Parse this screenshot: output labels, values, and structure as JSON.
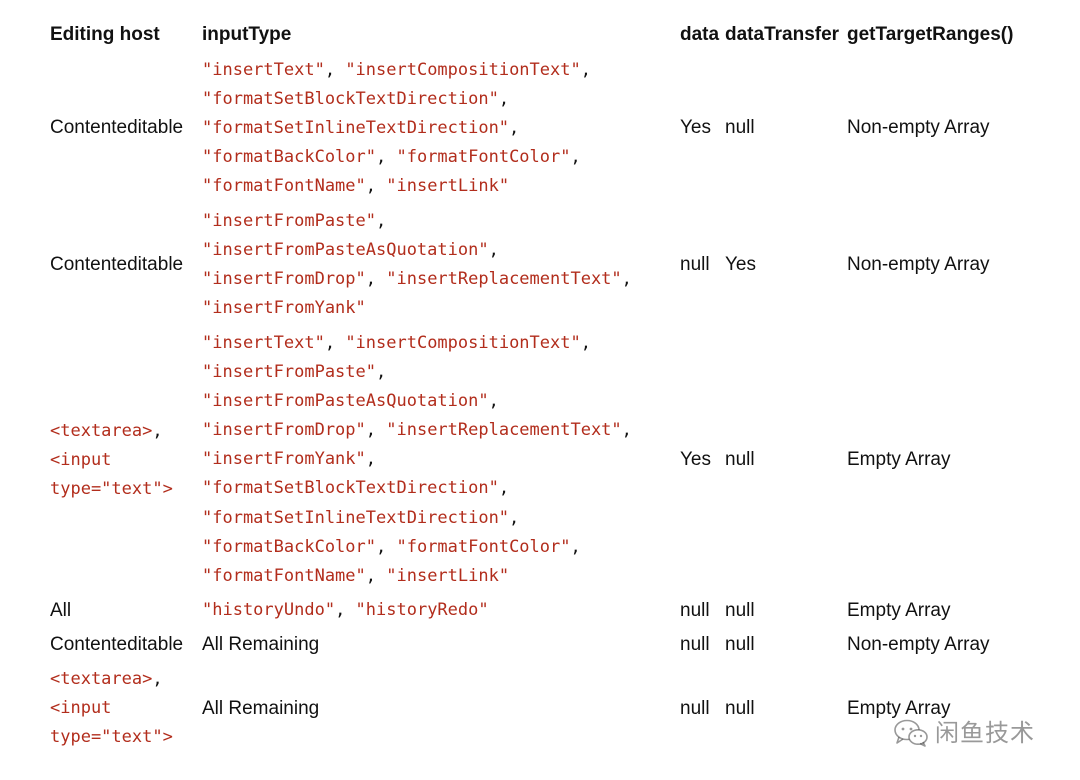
{
  "headers": {
    "editing_host": "Editing host",
    "input_type": "inputType",
    "data": "data",
    "data_transfer": "dataTransfer",
    "target_ranges": "getTargetRanges()"
  },
  "rows": [
    {
      "host": "Contenteditable",
      "input_types": [
        "\"insertText\", \"insertCompositionText\",",
        "\"formatSetBlockTextDirection\",",
        "\"formatSetInlineTextDirection\",",
        "\"formatBackColor\", \"formatFontColor\",",
        "\"formatFontName\", \"insertLink\""
      ],
      "data": "Yes",
      "data_transfer": "null",
      "target_ranges": "Non-empty Array"
    },
    {
      "host": "Contenteditable",
      "input_types": [
        "\"insertFromPaste\",",
        "\"insertFromPasteAsQuotation\",",
        "\"insertFromDrop\", \"insertReplacementText\",",
        "\"insertFromYank\""
      ],
      "data": "null",
      "data_transfer": "Yes",
      "target_ranges": "Non-empty Array"
    },
    {
      "host_lines": [
        "<textarea>,",
        "<input",
        "type=\"text\">"
      ],
      "input_types": [
        "\"insertText\", \"insertCompositionText\",",
        "\"insertFromPaste\",",
        "\"insertFromPasteAsQuotation\",",
        "\"insertFromDrop\", \"insertReplacementText\",",
        "\"insertFromYank\",",
        "\"formatSetBlockTextDirection\",",
        "\"formatSetInlineTextDirection\",",
        "\"formatBackColor\", \"formatFontColor\",",
        "\"formatFontName\", \"insertLink\""
      ],
      "data": "Yes",
      "data_transfer": "null",
      "target_ranges": "Empty Array"
    },
    {
      "host": "All",
      "input_types": [
        "\"historyUndo\", \"historyRedo\""
      ],
      "data": "null",
      "data_transfer": "null",
      "target_ranges": "Empty Array"
    },
    {
      "host": "Contenteditable",
      "input_type_text": "All Remaining",
      "data": "null",
      "data_transfer": "null",
      "target_ranges": "Non-empty Array"
    },
    {
      "host_lines": [
        "<textarea>,",
        "<input",
        "type=\"text\">"
      ],
      "input_type_text": "All Remaining",
      "data": "null",
      "data_transfer": "null",
      "target_ranges": "Empty Array"
    }
  ],
  "watermark": {
    "text": "闲鱼技术",
    "icon": "wechat-icon"
  },
  "colors": {
    "code": "#b22d1c",
    "text": "#111111"
  }
}
